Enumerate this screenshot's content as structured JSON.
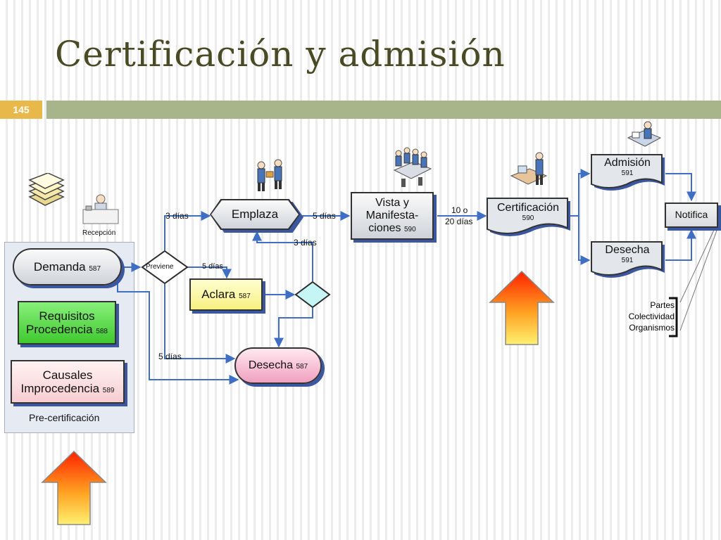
{
  "slide": {
    "title": "Certificación y admisión",
    "number": "145"
  },
  "precert": {
    "label": "Pre-certificación",
    "recepcion": "Recepción"
  },
  "nodes": {
    "demanda": {
      "label": "Demanda",
      "ref": "587"
    },
    "requisitos": {
      "line1": "Requisitos",
      "line2": "Procedencia",
      "ref": "588"
    },
    "causales": {
      "line1": "Causales",
      "line2": "Improcedencia",
      "ref": "589"
    },
    "previene": {
      "label": "Previene"
    },
    "emplaza": {
      "label": "Emplaza"
    },
    "aclara": {
      "label": "Aclara",
      "ref": "587"
    },
    "desecha1": {
      "label": "Desecha",
      "ref": "587"
    },
    "vista": {
      "line1": "Vista y",
      "line2": "Manifesta-",
      "line3": "ciones",
      "ref": "590"
    },
    "certificacion": {
      "label": "Certificación",
      "ref": "590"
    },
    "admision": {
      "label": "Admisión",
      "ref": "591"
    },
    "desecha2": {
      "label": "Desecha",
      "ref": "591"
    },
    "notifica": {
      "label": "Notifica"
    }
  },
  "edge_labels": {
    "tres_dias_a": "3 días",
    "cinco_dias_a": "5 días",
    "tres_dias_b": "3 días",
    "cinco_dias_b": "5 días",
    "cinco_dias_c": "5 días",
    "diez_o": "10 o",
    "veinte_dias": "20 días"
  },
  "partes": {
    "line1": "Partes",
    "line2": "Colectividad",
    "line3": "Organismos"
  },
  "colors": {
    "accent_title": "#4a4a24",
    "slide_number": "#e8b94a",
    "title_bar": "#a8b58a",
    "connector": "#3f6fc4"
  },
  "icons": [
    "documents-stack-icon",
    "reception-desk-icon",
    "people-exchange-icon",
    "meeting-table-icon",
    "certification-desk-icon",
    "admission-office-icon",
    "up-arrow-icon"
  ]
}
